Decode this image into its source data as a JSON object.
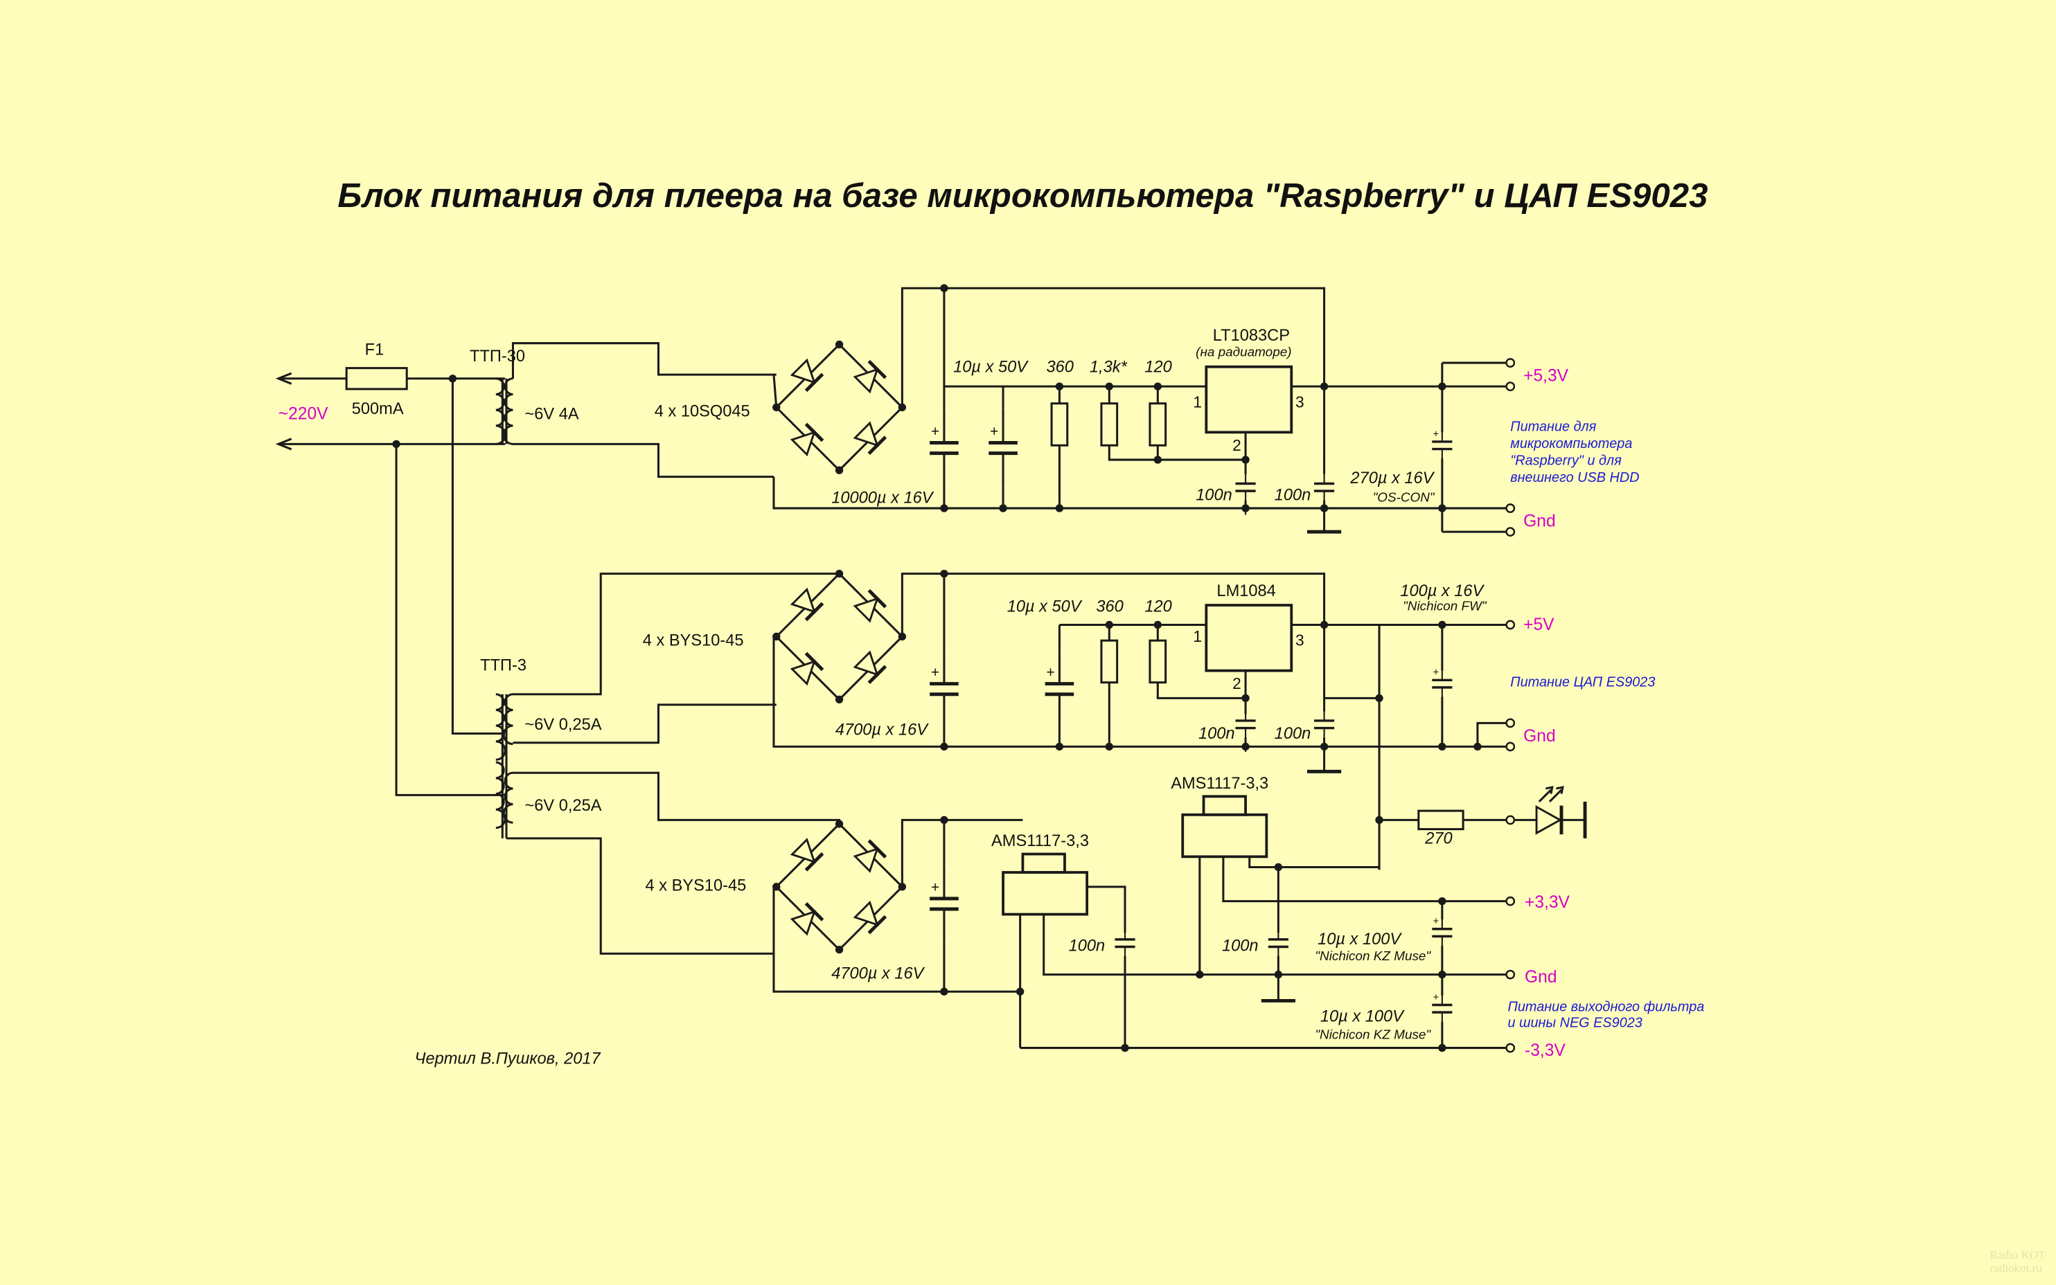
{
  "title": "Блок питания для плеера на базе микрокомпьютера \"Raspberry\" и ЦАП ES9023",
  "author": "Чертил В.Пушков, 2017",
  "watermark": [
    "Radio KOT",
    "radiokot.ru"
  ],
  "colors": {
    "background": "#fffdbb",
    "voltage_labels": "#d400c8",
    "notes": "#1a1ad6",
    "lines": "#1a1a1a"
  },
  "mains": {
    "input": "~220V",
    "fuse": "F1",
    "fuse_rating": "500mA"
  },
  "transformers": {
    "t1": {
      "name": "ТТП-30",
      "secondary": "~6V 4A"
    },
    "t2": {
      "name": "ТТП-3",
      "secondary_1": "~6V 0,25A",
      "secondary_2": "~6V 0,25A"
    }
  },
  "channel1": {
    "bridge": "4 x 10SQ045",
    "filter_cap": "10000µ x 16V",
    "cap_10u": "10µ x 50V",
    "r1": "360",
    "r2": "1,3k*",
    "r3": "120",
    "regulator": "LT1083CP",
    "regulator_note": "(на радиаторе)",
    "pin1": "1",
    "pin2": "2",
    "pin3": "3",
    "c_adj": "100n",
    "c_out": "100n",
    "out_cap": "270µ x 16V",
    "out_cap_note": "\"OS-CON\"",
    "out_voltage": "+5,3V",
    "gnd": "Gnd",
    "note": [
      "Питание для",
      "микрокомпьютера",
      "\"Raspberry\" и для",
      "внешнего USB HDD"
    ]
  },
  "channel2": {
    "bridge": "4 x BYS10-45",
    "filter_cap": "4700µ x 16V",
    "cap_10u": "10µ x 50V",
    "r1": "360",
    "r2": "120",
    "regulator": "LM1084",
    "pin1": "1",
    "pin2": "2",
    "pin3": "3",
    "c_adj": "100n",
    "c_out": "100n",
    "out_cap": "100µ x 16V",
    "out_cap_note": "\"Nichicon FW\"",
    "out_voltage": "+5V",
    "gnd": "Gnd",
    "note": "Питание ЦАП ES9023",
    "led_resistor": "270"
  },
  "channel3": {
    "bridge": "4 x BYS10-45",
    "filter_cap": "4700µ x 16V",
    "reg_neg": "AMS1117-3,3",
    "reg_pos": "AMS1117-3,3",
    "c_neg": "100n",
    "c_pos": "100n",
    "cap_pos": "10µ x 100V",
    "cap_pos_note": "\"Nichicon KZ Muse\"",
    "cap_neg": "10µ x 100V",
    "cap_neg_note": "\"Nichicon KZ Muse\"",
    "out_pos": "+3,3V",
    "gnd": "Gnd",
    "out_neg": "-3,3V",
    "note": [
      "Питание выходного фильтра",
      "и шины NEG ES9023"
    ]
  }
}
